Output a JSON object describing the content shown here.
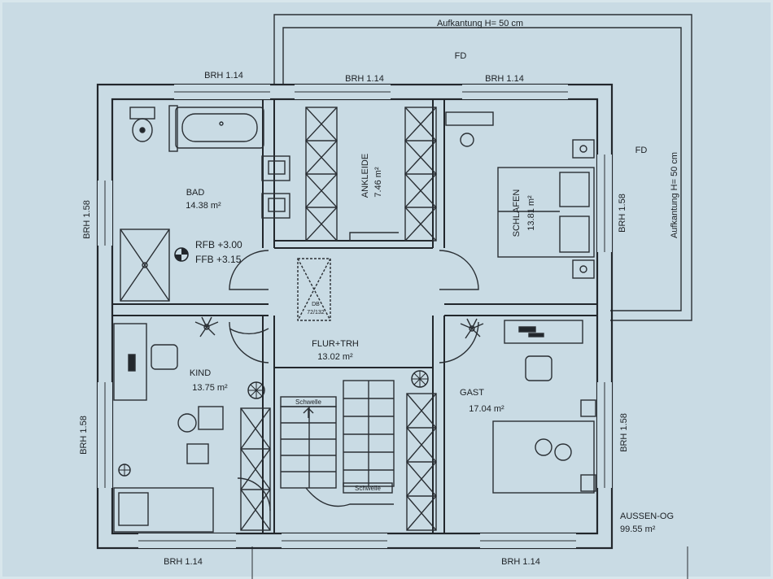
{
  "terrace": {
    "top_label": "Aufkantung H= 50 cm",
    "side_label": "Aufkantung H= 50 cm",
    "fd_top": "FD",
    "fd_right": "FD"
  },
  "windows": {
    "top_left": "BRH 1.14",
    "top_mid": "BRH 1.14",
    "top_right": "BRH 1.14",
    "left_upper": "BRH 1.58",
    "left_lower": "BRH 1.58",
    "right_upper": "BRH 1.58",
    "right_lower": "BRH 1.58",
    "bottom_left": "BRH 1.14",
    "bottom_right": "BRH 1.14"
  },
  "rooms": {
    "bad": {
      "name": "BAD",
      "area": "14.38 m²"
    },
    "ankleide": {
      "name": "ANKLEIDE",
      "area": "7.46 m²"
    },
    "schlafen": {
      "name": "SCHLAFEN",
      "area": "13.81 m²"
    },
    "kind": {
      "name": "KIND",
      "area": "13.75 m²"
    },
    "flur": {
      "name": "FLUR+TRH",
      "area": "13.02 m²"
    },
    "gast": {
      "name": "GAST",
      "area": "17.04 m²"
    }
  },
  "levels": {
    "rfb": "RFB +3.00",
    "ffb": "FFB +3.15"
  },
  "db_label": {
    "line1": "DB",
    "line2": "72/132"
  },
  "stairs": {
    "schwelle_top": "Schwelle",
    "schwelle_bottom": "Schwelle"
  },
  "summary": {
    "label": "AUSSEN-OG",
    "area": "99.55 m²"
  }
}
